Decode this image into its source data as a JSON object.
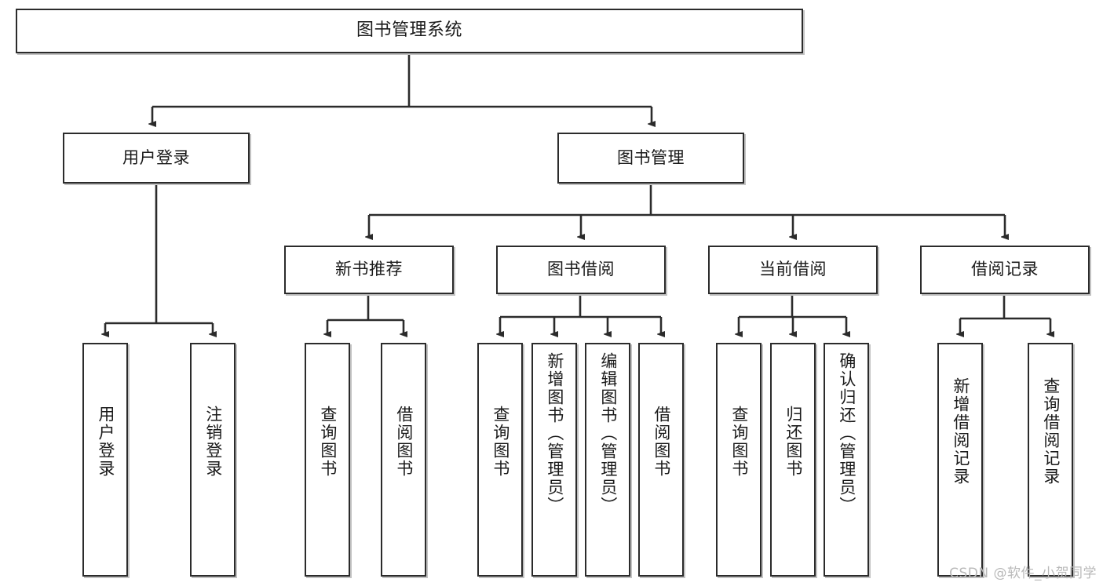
{
  "diagram": {
    "title": "图书管理系统",
    "type": "tree-hierarchy-chart",
    "colors": {
      "box_border": "#2b2b2b",
      "box_fill": "#ffffff",
      "connector": "#2b2b2b",
      "text": "#1a1a1a",
      "watermark": "#b9b9b9",
      "background": "#ffffff"
    }
  },
  "watermark": {
    "text": "CSDN @软件_小贺同学"
  },
  "nodes": {
    "root": {
      "label": "图书管理系统"
    },
    "level2": [
      {
        "id": "user-login",
        "label": "用户登录"
      },
      {
        "id": "book-management",
        "label": "图书管理"
      }
    ],
    "level3": [
      {
        "id": "new-book-recommend",
        "label": "新书推荐"
      },
      {
        "id": "book-borrow",
        "label": "图书借阅"
      },
      {
        "id": "current-borrow",
        "label": "当前借阅"
      },
      {
        "id": "borrow-record",
        "label": "借阅记录"
      }
    ],
    "leaves": [
      {
        "id": "leaf-user-login",
        "label": "用户登录",
        "parent": "user-login"
      },
      {
        "id": "leaf-logout",
        "label": "注销登录",
        "parent": "user-login"
      },
      {
        "id": "leaf-query-book-1",
        "label": "查询图书",
        "parent": "new-book-recommend"
      },
      {
        "id": "leaf-borrow-book-1",
        "label": "借阅图书",
        "parent": "new-book-recommend"
      },
      {
        "id": "leaf-query-book-2",
        "label": "查询图书",
        "parent": "book-borrow"
      },
      {
        "id": "leaf-add-book",
        "label": "新增图书（管理员）",
        "parent": "book-borrow"
      },
      {
        "id": "leaf-edit-book",
        "label": "编辑图书（管理员）",
        "parent": "book-borrow"
      },
      {
        "id": "leaf-borrow-book-2",
        "label": "借阅图书",
        "parent": "book-borrow"
      },
      {
        "id": "leaf-query-book-3",
        "label": "查询图书",
        "parent": "current-borrow"
      },
      {
        "id": "leaf-return-book",
        "label": "归还图书",
        "parent": "current-borrow"
      },
      {
        "id": "leaf-confirm-return",
        "label": "确认归还（管理员）",
        "parent": "current-borrow"
      },
      {
        "id": "leaf-add-record",
        "label": "新增借阅记录",
        "parent": "borrow-record"
      },
      {
        "id": "leaf-query-record",
        "label": "查询借阅记录",
        "parent": "borrow-record"
      }
    ]
  }
}
